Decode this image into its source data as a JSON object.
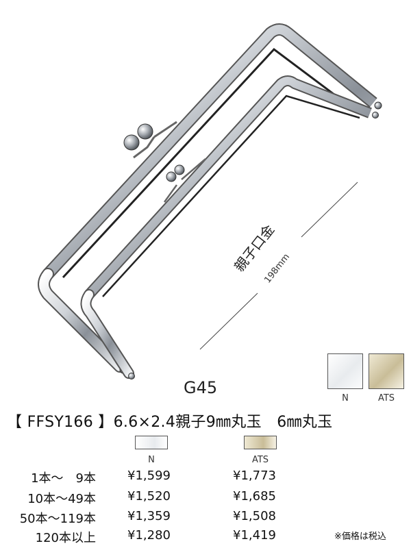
{
  "illustration": {
    "frame_name": "親子口金",
    "dimension": "198mm"
  },
  "model_code": "G45",
  "product_title": "【 FFSY166 】6.6×2.4親子9㎜丸玉　6㎜丸玉",
  "finishes": {
    "large": [
      {
        "label": "N",
        "color": "#f4f6f8"
      },
      {
        "label": "ATS",
        "color": "#d9cfb0"
      }
    ],
    "small": [
      {
        "label": "N",
        "color": "#f4f6f8"
      },
      {
        "label": "ATS",
        "color": "#d9cfb0"
      }
    ]
  },
  "price_table": {
    "rows": [
      {
        "quantity": "1本～　9本",
        "price_n": "¥1,599",
        "price_ats": "¥1,773"
      },
      {
        "quantity": "10本～49本",
        "price_n": "¥1,520",
        "price_ats": "¥1,685"
      },
      {
        "quantity": "50本～119本",
        "price_n": "¥1,359",
        "price_ats": "¥1,508"
      },
      {
        "quantity": "120本以上",
        "price_n": "¥1,280",
        "price_ats": "¥1,419"
      }
    ]
  },
  "tax_note": "※価格は税込"
}
